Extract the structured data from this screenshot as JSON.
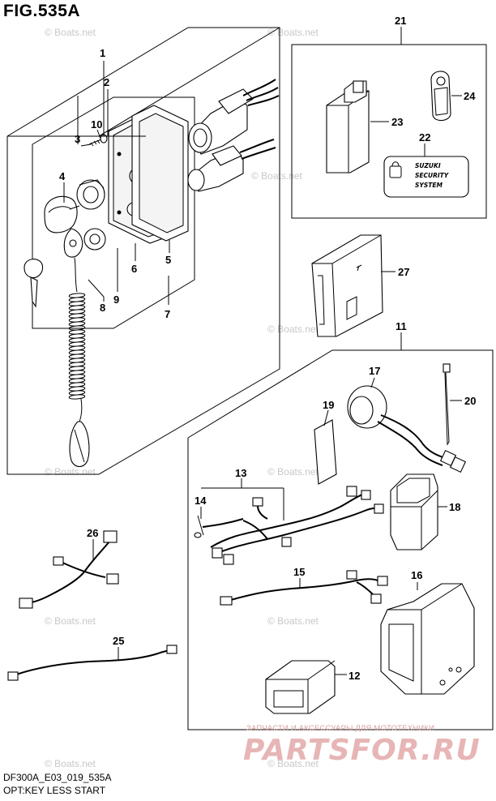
{
  "figure": {
    "title": "FIG.535A",
    "footer_model": "DF300A_E03_019_535A",
    "footer_caption": "OPT:KEY LESS START"
  },
  "watermark": {
    "text": "© Boats.net",
    "shop_subtitle": "ЗАПЧАСТИ И АКСЕССУАРЫ ДЛЯ МОТОТЕХНИКИ",
    "shop_logo": "PARTSFOR.RU"
  },
  "callouts": [
    {
      "id": "c1",
      "label": "1"
    },
    {
      "id": "c2",
      "label": "2"
    },
    {
      "id": "c3",
      "label": "3"
    },
    {
      "id": "c4",
      "label": "4"
    },
    {
      "id": "c5",
      "label": "5"
    },
    {
      "id": "c6",
      "label": "6"
    },
    {
      "id": "c7",
      "label": "7"
    },
    {
      "id": "c8",
      "label": "8"
    },
    {
      "id": "c9",
      "label": "9"
    },
    {
      "id": "c10",
      "label": "10"
    },
    {
      "id": "c11",
      "label": "11"
    },
    {
      "id": "c12",
      "label": "12"
    },
    {
      "id": "c13",
      "label": "13"
    },
    {
      "id": "c14",
      "label": "14"
    },
    {
      "id": "c15",
      "label": "15"
    },
    {
      "id": "c16",
      "label": "16"
    },
    {
      "id": "c17",
      "label": "17"
    },
    {
      "id": "c18",
      "label": "18"
    },
    {
      "id": "c19",
      "label": "19"
    },
    {
      "id": "c20",
      "label": "20"
    },
    {
      "id": "c21",
      "label": "21"
    },
    {
      "id": "c22",
      "label": "22"
    },
    {
      "id": "c23",
      "label": "23"
    },
    {
      "id": "c24",
      "label": "24"
    },
    {
      "id": "c25",
      "label": "25"
    },
    {
      "id": "c26",
      "label": "26"
    },
    {
      "id": "c27",
      "label": "27"
    }
  ],
  "security_label": {
    "line1": "SUZUKI",
    "line2": "SECURITY",
    "line3": "SYSTEM"
  },
  "colors": {
    "line": "#000000",
    "watermark": "#c8c8c8",
    "shop_logo": "#e7b5b5"
  }
}
